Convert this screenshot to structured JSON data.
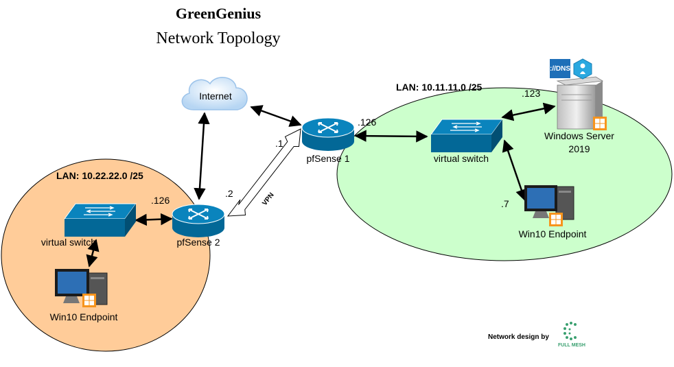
{
  "title": {
    "main": "GreenGenius",
    "sub": "Network Topology"
  },
  "internet": {
    "label": "Internet"
  },
  "lan_right": {
    "label": "LAN: 10.11.11.0 /25",
    "color": "#ccffcc"
  },
  "lan_left": {
    "label": "LAN: 10.22.22.0 /25",
    "color": "#ffcc99"
  },
  "pfsense1": {
    "label": "pfSense 1",
    "ip_wan": ".1",
    "ip_lan": ".126"
  },
  "pfsense2": {
    "label": "pfSense 2",
    "ip_wan": ".2",
    "ip_lan": ".126"
  },
  "vpn": {
    "label": "VPN"
  },
  "switch_right": {
    "label": "virtual switch"
  },
  "switch_left": {
    "label": "virtual switch"
  },
  "server": {
    "label_line1": "Windows Server",
    "label_line2": "2019",
    "ip": ".123",
    "dns_badge": "://DNS"
  },
  "win10_right": {
    "label": "Win10 Endpoint",
    "ip": ".7"
  },
  "win10_left": {
    "label": "Win10 Endpoint"
  },
  "credit": {
    "label": "Network design by",
    "brand": "FULL MESH"
  },
  "colors": {
    "device_blue": "#036897",
    "windows_orange": "#f7941d",
    "cloud": "#cde4f8"
  }
}
